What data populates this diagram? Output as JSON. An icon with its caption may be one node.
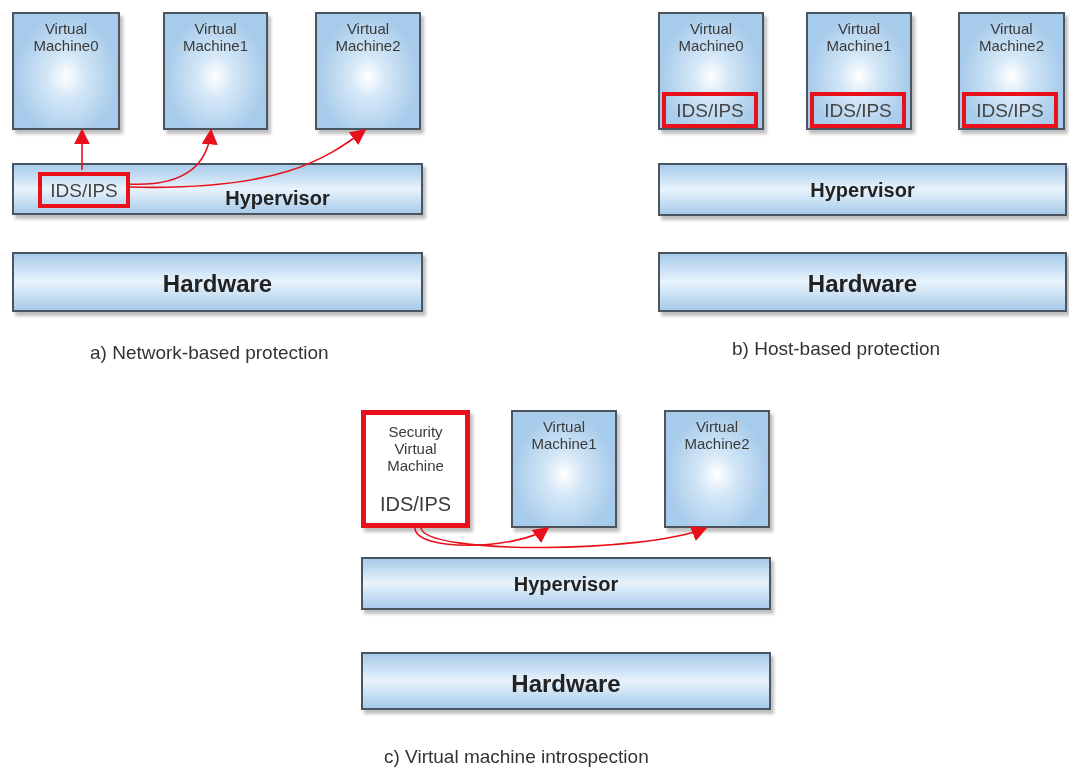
{
  "diagram": {
    "nodes": [
      {
        "text": [
          "Virtual Machine0"
        ]
      },
      {
        "text": [
          "Virtual Machine1"
        ]
      },
      {
        "text": [
          "Virtual Machine2"
        ]
      },
      {
        "text": [
          "Hypervisor"
        ]
      },
      {
        "text": [
          "IDS/IPS"
        ],
        "in": 3
      },
      {
        "text": [
          "Hardware"
        ]
      },
      {
        "text": [
          "Virtual Machine0"
        ]
      },
      {
        "text": [
          "IDS/IPS"
        ],
        "in": 6
      },
      {
        "text": [
          "Virtual Machine1"
        ]
      },
      {
        "text": [
          "IDS/IPS"
        ],
        "in": 8
      },
      {
        "text": [
          "Virtual Machine2"
        ]
      },
      {
        "text": [
          "IDS/IPS"
        ],
        "in": 10
      },
      {
        "text": [
          "Hypervisor"
        ]
      },
      {
        "text": [
          "Hardware"
        ]
      },
      {
        "text": [
          "Security Virtual Machine",
          "IDS/IPS"
        ]
      },
      {
        "text": [
          "Virtual Machine1"
        ]
      },
      {
        "text": [
          "Virtual Machine2"
        ]
      },
      {
        "text": [
          "Hypervisor"
        ]
      },
      {
        "text": [
          "Hardware"
        ]
      }
    ],
    "edges": [
      {
        "from": 4,
        "to": 0,
        "arrow": "to"
      },
      {
        "from": 4,
        "to": 1,
        "arrow": "to"
      },
      {
        "from": 4,
        "to": 2,
        "arrow": "to"
      },
      {
        "from": 14,
        "to": 15,
        "arrow": "to"
      },
      {
        "from": 14,
        "to": 16,
        "arrow": "to"
      }
    ],
    "labels": [
      "a) Network-based protection",
      "b) Host-based protection",
      "c) Virtual machine introspection"
    ]
  }
}
